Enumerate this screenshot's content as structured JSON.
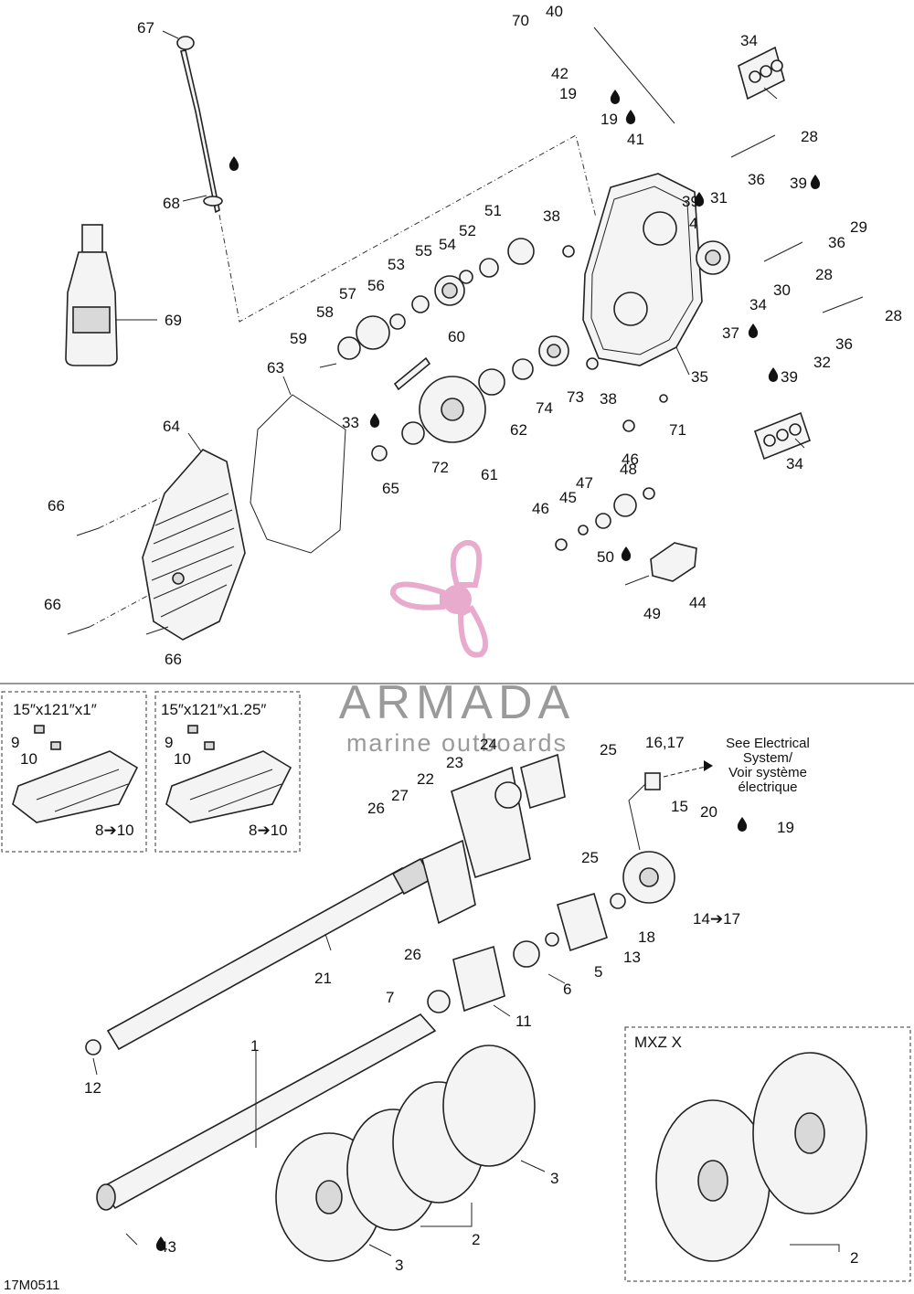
{
  "figure_code": "17M0511",
  "insets": {
    "track_a": {
      "title": "15″x121″x1″",
      "labels": [
        "9",
        "10",
        "8➔10"
      ]
    },
    "track_b": {
      "title": "15″x121″x1.25″",
      "labels": [
        "9",
        "10",
        "8➔10"
      ]
    },
    "mxz": {
      "title": "MXZ X",
      "labels": [
        "2"
      ]
    }
  },
  "note": {
    "line1": "See Electrical",
    "line2": "System/",
    "line3": "Voir système",
    "line4": "électrique"
  },
  "watermark": {
    "brand": "ARMADA",
    "tagline": "marine outboards"
  },
  "lubricant_icon": "oil-drop-icon",
  "colors": {
    "watermark_pink": "#e6a3c8",
    "watermark_text": "#9a9a9a",
    "line": "#222222"
  },
  "callouts": [
    "67",
    "70",
    "40",
    "42",
    "19",
    "19",
    "41",
    "34",
    "28",
    "69",
    "68",
    "36",
    "31",
    "39",
    "39",
    "29",
    "4",
    "36",
    "38",
    "51",
    "52",
    "54",
    "55",
    "53",
    "56",
    "57",
    "58",
    "59",
    "60",
    "63",
    "28",
    "30",
    "34",
    "28",
    "37",
    "36",
    "32",
    "39",
    "35",
    "73",
    "74",
    "62",
    "61",
    "72",
    "38",
    "71",
    "64",
    "33",
    "65",
    "34",
    "46",
    "48",
    "47",
    "45",
    "46",
    "66",
    "50",
    "49",
    "44",
    "66",
    "66",
    "24",
    "25",
    "16,17",
    "23",
    "22",
    "27",
    "26",
    "15",
    "20",
    "19",
    "25",
    "14➔17",
    "18",
    "13",
    "26",
    "5",
    "6",
    "21",
    "7",
    "11",
    "12",
    "1",
    "3",
    "2",
    "43",
    "3"
  ]
}
